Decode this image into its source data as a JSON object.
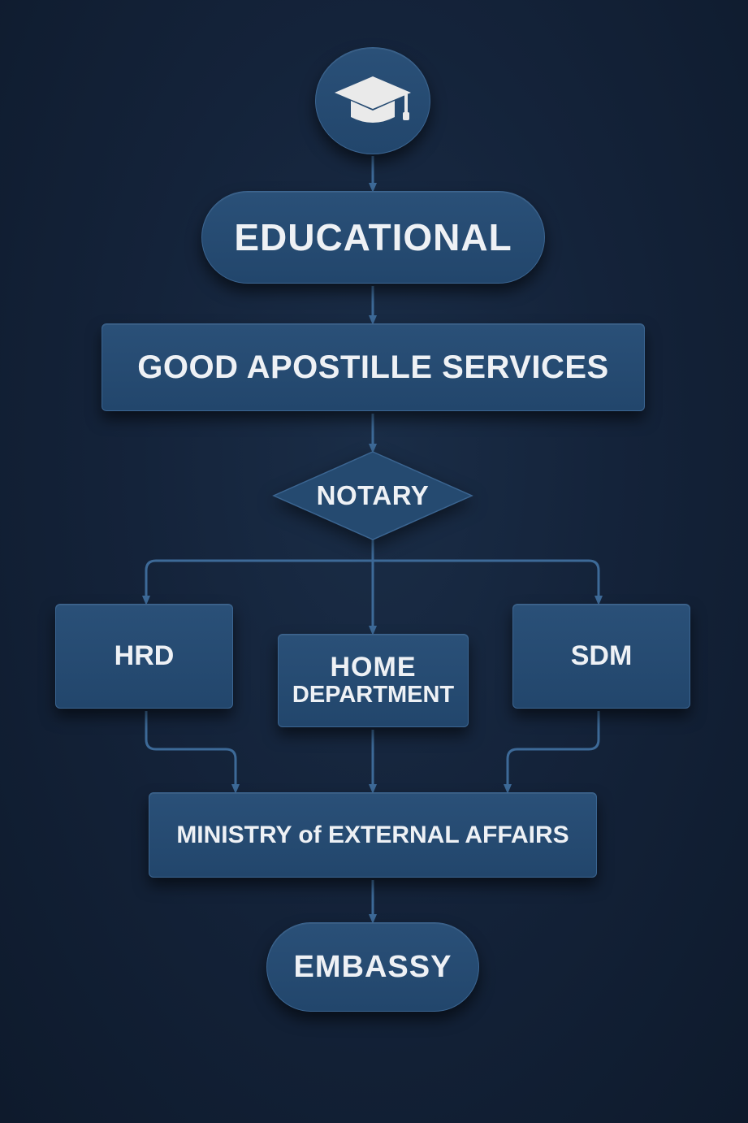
{
  "flowchart": {
    "top_icon": "graduation-cap-icon",
    "nodes": {
      "educational": "EDUCATIONAL",
      "good_apostille": "GOOD APOSTILLE SERVICES",
      "notary": "NOTARY",
      "hrd": "HRD",
      "home_department_line1": "HOME",
      "home_department_line2": "DEPARTMENT",
      "sdm": "SDM",
      "mea": "MINISTRY of EXTERNAL AFFAIRS",
      "embassy": "EMBASSY"
    },
    "colors": {
      "background": "#14233a",
      "node_fill": "#264b72",
      "connector": "#3d6a98",
      "text": "#eef1f5"
    }
  }
}
